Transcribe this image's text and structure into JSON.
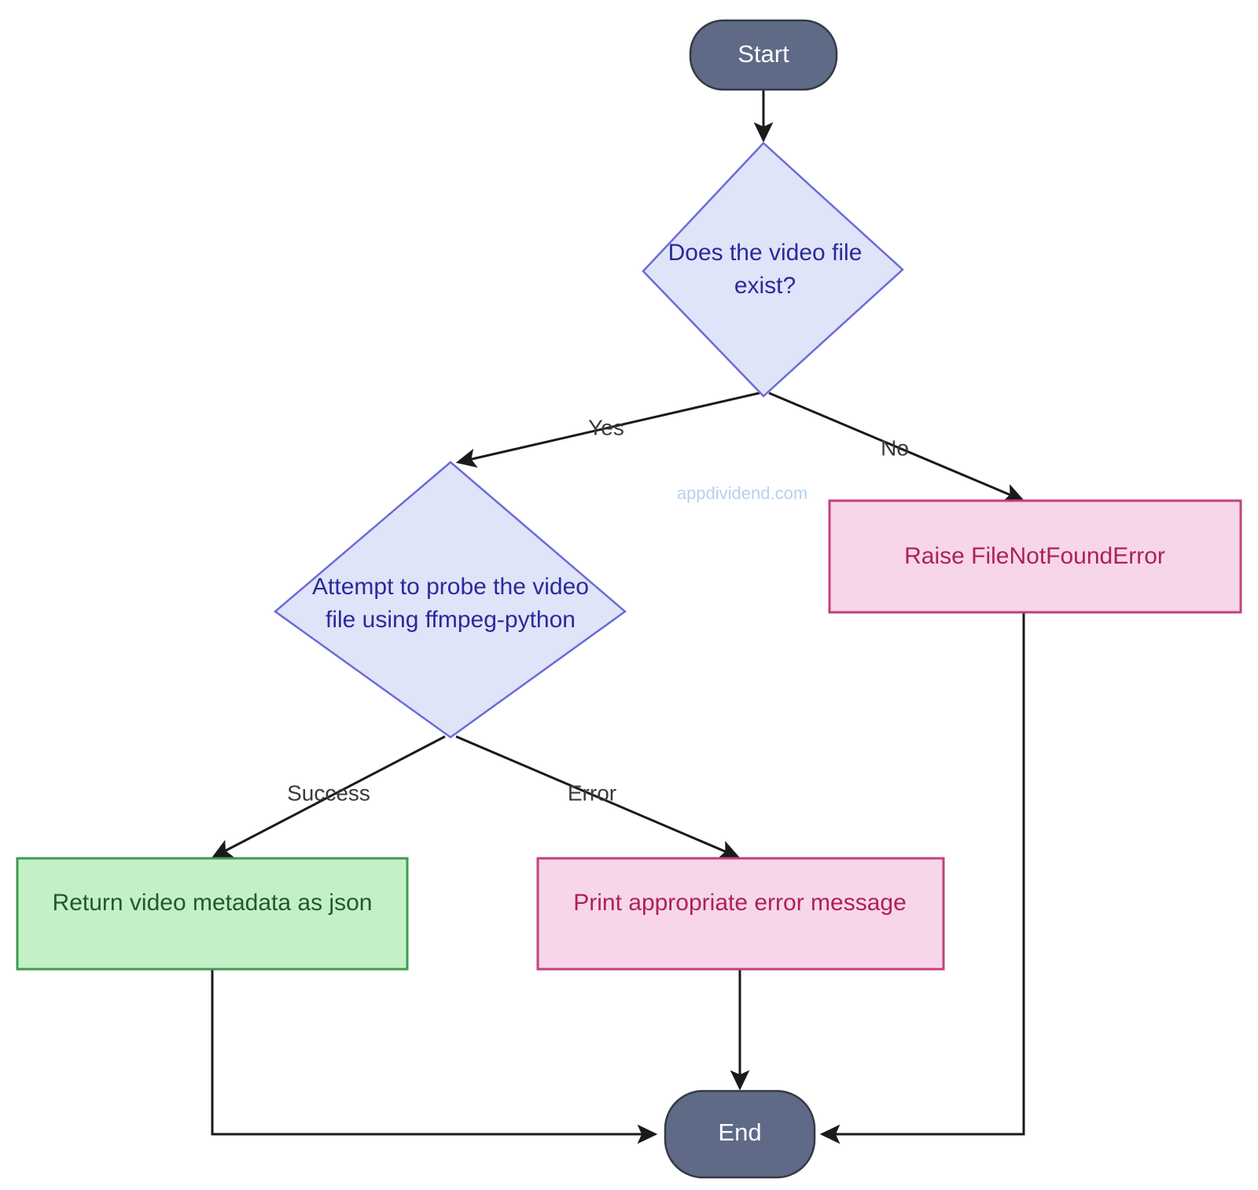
{
  "diagram": {
    "type": "flowchart",
    "watermark": "appdividend.com",
    "nodes": {
      "start": {
        "label": "Start",
        "shape": "stadium",
        "fill": "#5f6a87",
        "text_color": "#ffffff"
      },
      "file_exists": {
        "label_line1": "Does the video file",
        "label_line2": "exist?",
        "shape": "diamond",
        "fill": "#dfe4f8",
        "text_color": "#2a2a9c"
      },
      "probe": {
        "label_line1": "Attempt to probe the video",
        "label_line2": "file using ffmpeg-python",
        "shape": "diamond",
        "fill": "#dfe4f8",
        "text_color": "#2a2a9c"
      },
      "raise_error": {
        "label": "Raise FileNotFoundError",
        "shape": "rect",
        "fill": "#f7d6ea",
        "text_color": "#ad2158"
      },
      "return_metadata": {
        "label": "Return video metadata as json",
        "shape": "rect",
        "fill": "#c4f0c8",
        "text_color": "#1d5c28"
      },
      "print_error": {
        "label": "Print appropriate error message",
        "shape": "rect",
        "fill": "#f7d6ea",
        "text_color": "#ad2158"
      },
      "end": {
        "label": "End",
        "shape": "stadium",
        "fill": "#5f6a87",
        "text_color": "#ffffff"
      }
    },
    "edges": [
      {
        "from": "start",
        "to": "file_exists",
        "label": ""
      },
      {
        "from": "file_exists",
        "to": "probe",
        "label": "Yes"
      },
      {
        "from": "file_exists",
        "to": "raise_error",
        "label": "No"
      },
      {
        "from": "probe",
        "to": "return_metadata",
        "label": "Success"
      },
      {
        "from": "probe",
        "to": "print_error",
        "label": "Error"
      },
      {
        "from": "return_metadata",
        "to": "end",
        "label": ""
      },
      {
        "from": "print_error",
        "to": "end",
        "label": ""
      },
      {
        "from": "raise_error",
        "to": "end",
        "label": ""
      }
    ],
    "edge_labels": {
      "yes": "Yes",
      "no": "No",
      "success": "Success",
      "error": "Error"
    }
  }
}
